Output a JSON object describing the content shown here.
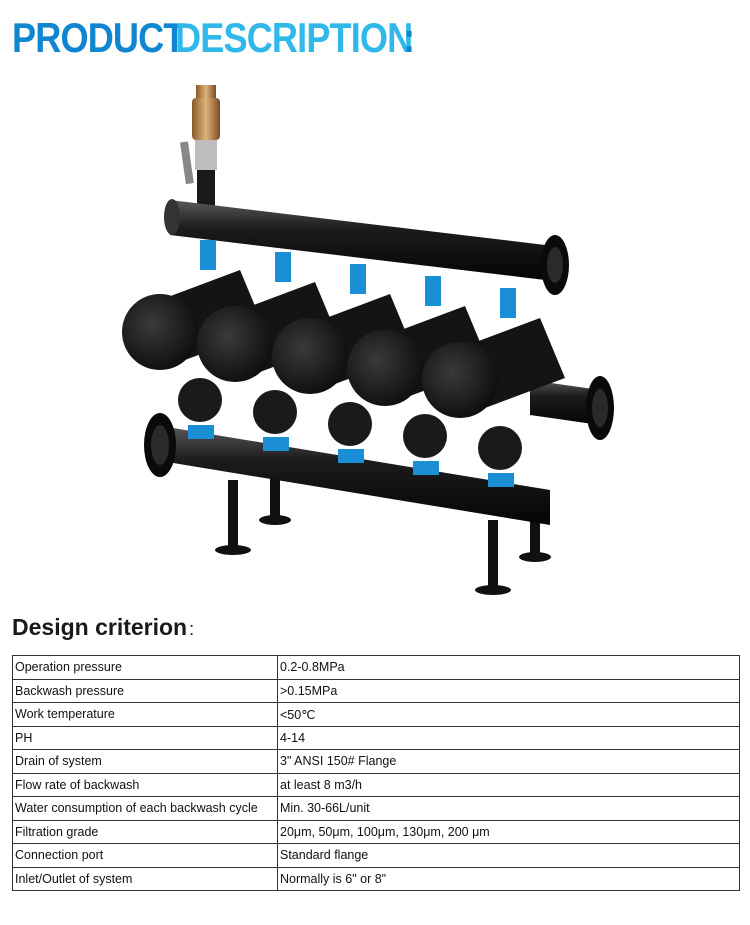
{
  "banner": {
    "word1": "PRODUCT",
    "word2": "DESCRIPTION",
    "colon": ":"
  },
  "colors": {
    "banner_dark": "#0f86cf",
    "banner_light": "#31b8ea",
    "pipe": "#151515",
    "flange_clamp": "#1b8fd6"
  },
  "section": {
    "title": "Design criterion",
    "suffix": ":"
  },
  "spec_rows": [
    {
      "label": "Operation pressure",
      "value": "0.2-0.8MPa"
    },
    {
      "label": "Backwash pressure",
      "value": ">0.15MPa"
    },
    {
      "label": "Work temperature",
      "value": "<50℃"
    },
    {
      "label": "PH",
      "value": "4-14"
    },
    {
      "label": "Drain of system",
      "value": "3\" ANSI 150# Flange"
    },
    {
      "label": "Flow rate of backwash",
      "value": "at least 8 m3/h"
    },
    {
      "label": "Water consumption of each backwash cycle",
      "value": "Min. 30-66L/unit"
    },
    {
      "label": "Filtration grade",
      "value": "20μm, 50μm, 100μm, 130μm, 200 μm"
    },
    {
      "label": "Connection port",
      "value": "Standard flange"
    },
    {
      "label": "Inlet/Outlet of system",
      "value": "Normally is 6\" or 8\""
    }
  ]
}
